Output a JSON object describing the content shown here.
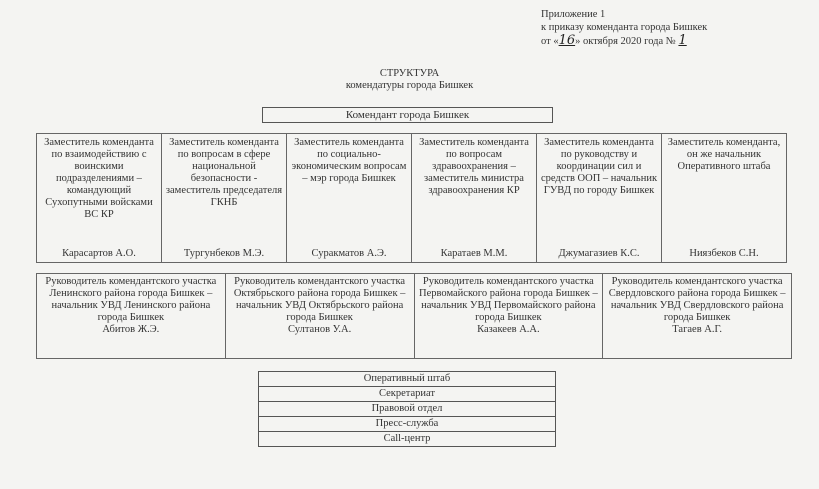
{
  "header": {
    "line1": "Приложение 1",
    "line2": "к приказу коменданта города Бишкек",
    "line3_prefix": "от «",
    "day": "16",
    "line3_mid": "» октября 2020 года №",
    "number": "1"
  },
  "title": {
    "main": "СТРУКТУРА",
    "sub": "комендатуры города Бишкек"
  },
  "commandant": "Комендант города Бишкек",
  "deputies": [
    {
      "role": "Заместитель коменданта по взаимодействию с воинскими подразделениями – командующий Сухопутными войсками ВС КР",
      "name": "Карасартов А.О."
    },
    {
      "role": "Заместитель коменданта по вопросам в сфере национальной безопасности - заместитель председателя ГКНБ",
      "name": "Тургунбеков М.Э."
    },
    {
      "role": "Заместитель коменданта по социально-экономическим вопросам – мэр города Бишкек",
      "name": "Суракматов А.Э."
    },
    {
      "role": "Заместитель коменданта по вопросам здравоохранения – заместитель министра здравоохранения КР",
      "name": "Каратаев М.М."
    },
    {
      "role": "Заместитель коменданта по руководству и координации сил и средств ООП – начальник ГУВД по городу Бишкек",
      "name": "Джумагазиев К.С."
    },
    {
      "role": "Заместитель коменданта, он же начальник Оперативного штаба",
      "name": "Ниязбеков С.Н."
    }
  ],
  "districts": [
    {
      "role": "Руководитель комендантского участка Ленинского района города Бишкек – начальник УВД Ленинского района города Бишкек",
      "name": "Абитов Ж.Э."
    },
    {
      "role": "Руководитель комендантского участка Октябрьского района города Бишкек – начальник УВД Октябрьского района города Бишкек",
      "name": "Султанов У.А."
    },
    {
      "role": "Руководитель комендантского участка Первомайского района города Бишкек – начальник УВД Первомайского района города Бишкек",
      "name": "Казакеев А.А."
    },
    {
      "role": "Руководитель комендантского участка Свердловского района города Бишкек – начальник УВД Свердловского района города Бишкек",
      "name": "Тагаев А.Г."
    }
  ],
  "units": [
    "Оперативный штаб",
    "Секретариат",
    "Правовой отдел",
    "Пресс-служба",
    "Call-центр"
  ]
}
